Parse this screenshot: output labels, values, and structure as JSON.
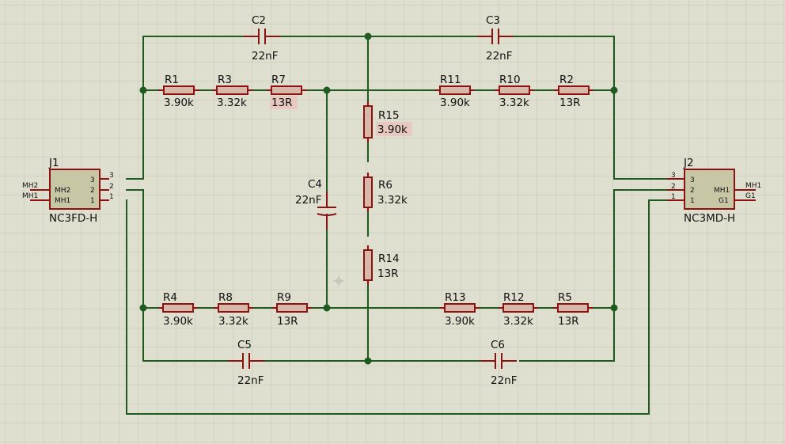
{
  "colors": {
    "background": "#dfdfd0",
    "grid": "#c4c4b6",
    "wire": "#1f5a1f",
    "component": "#8c1111",
    "resistor_fill": "#d8b8a8",
    "connector_fill": "#c7c7a6",
    "label_highlight": "#e7c9c0"
  },
  "resistors": [
    {
      "ref": "R1",
      "value": "3.90k",
      "orientation": "horizontal"
    },
    {
      "ref": "R3",
      "value": "3.32k",
      "orientation": "horizontal"
    },
    {
      "ref": "R7",
      "value": "13R",
      "orientation": "horizontal",
      "highlighted": true
    },
    {
      "ref": "R11",
      "value": "3.90k",
      "orientation": "horizontal"
    },
    {
      "ref": "R10",
      "value": "3.32k",
      "orientation": "horizontal"
    },
    {
      "ref": "R2",
      "value": "13R",
      "orientation": "horizontal"
    },
    {
      "ref": "R15",
      "value": "3.90k",
      "orientation": "vertical",
      "highlighted": true
    },
    {
      "ref": "R6",
      "value": "3.32k",
      "orientation": "vertical"
    },
    {
      "ref": "R14",
      "value": "13R",
      "orientation": "vertical"
    },
    {
      "ref": "R4",
      "value": "3.90k",
      "orientation": "horizontal"
    },
    {
      "ref": "R8",
      "value": "3.32k",
      "orientation": "horizontal"
    },
    {
      "ref": "R9",
      "value": "13R",
      "orientation": "horizontal"
    },
    {
      "ref": "R13",
      "value": "3.90k",
      "orientation": "horizontal"
    },
    {
      "ref": "R12",
      "value": "3.32k",
      "orientation": "horizontal"
    },
    {
      "ref": "R5",
      "value": "13R",
      "orientation": "horizontal"
    }
  ],
  "capacitors": [
    {
      "ref": "C2",
      "value": "22nF",
      "orientation": "horizontal"
    },
    {
      "ref": "C3",
      "value": "22nF",
      "orientation": "horizontal"
    },
    {
      "ref": "C4",
      "value": "22nF",
      "orientation": "vertical"
    },
    {
      "ref": "C5",
      "value": "22nF",
      "orientation": "horizontal"
    },
    {
      "ref": "C6",
      "value": "22nF",
      "orientation": "horizontal"
    }
  ],
  "connectors": [
    {
      "ref": "J1",
      "part": "NC3FD-H",
      "inner_labels": [
        "MH2",
        "MH1"
      ],
      "outer_labels": [
        "MH2",
        "MH1"
      ],
      "pins": [
        "3",
        "2",
        "1"
      ]
    },
    {
      "ref": "J2",
      "part": "NC3MD-H",
      "inner_labels": [
        "MH1",
        "G1"
      ],
      "outer_labels": [
        "MH1",
        "G1"
      ],
      "pins": [
        "3",
        "2",
        "1"
      ]
    }
  ]
}
